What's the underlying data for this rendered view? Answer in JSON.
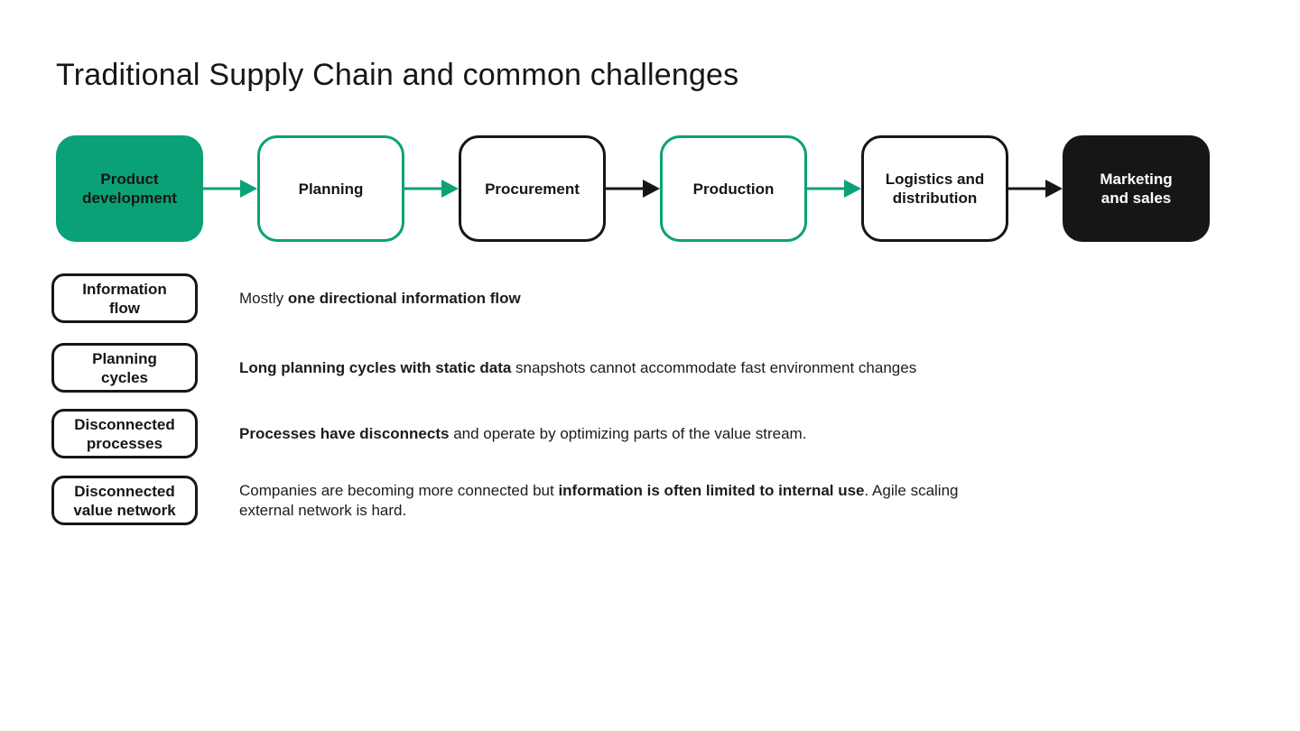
{
  "title": "Traditional Supply Chain and common challenges",
  "colors": {
    "green": "#0aa177",
    "black": "#161616"
  },
  "flow": {
    "boxes": [
      {
        "label": "Product\ndevelopment",
        "style": "filled-green"
      },
      {
        "label": "Planning",
        "style": "outline-green"
      },
      {
        "label": "Procurement",
        "style": "outline-black"
      },
      {
        "label": "Production",
        "style": "outline-green"
      },
      {
        "label": "Logistics and\ndistribution",
        "style": "outline-black"
      },
      {
        "label": "Marketing\nand sales",
        "style": "filled-black"
      }
    ],
    "arrows": [
      "green",
      "green",
      "black",
      "green",
      "black"
    ]
  },
  "challenges": [
    {
      "label": "Information\nflow",
      "segments": [
        {
          "text": "Mostly ",
          "bold": false
        },
        {
          "text": "one directional information flow",
          "bold": true
        }
      ]
    },
    {
      "label": "Planning\ncycles",
      "segments": [
        {
          "text": "Long planning cycles with static data",
          "bold": true
        },
        {
          "text": " snapshots cannot accommodate fast environment changes",
          "bold": false
        }
      ]
    },
    {
      "label": "Disconnected\nprocesses",
      "segments": [
        {
          "text": "Processes have disconnects",
          "bold": true
        },
        {
          "text": " and operate by optimizing parts of the value stream.",
          "bold": false
        }
      ]
    },
    {
      "label": "Disconnected\nvalue network",
      "segments": [
        {
          "text": "Companies are becoming more connected but ",
          "bold": false
        },
        {
          "text": "information is often limited to internal use",
          "bold": true
        },
        {
          "text": ". Agile scaling external network is hard.",
          "bold": false
        }
      ]
    }
  ]
}
